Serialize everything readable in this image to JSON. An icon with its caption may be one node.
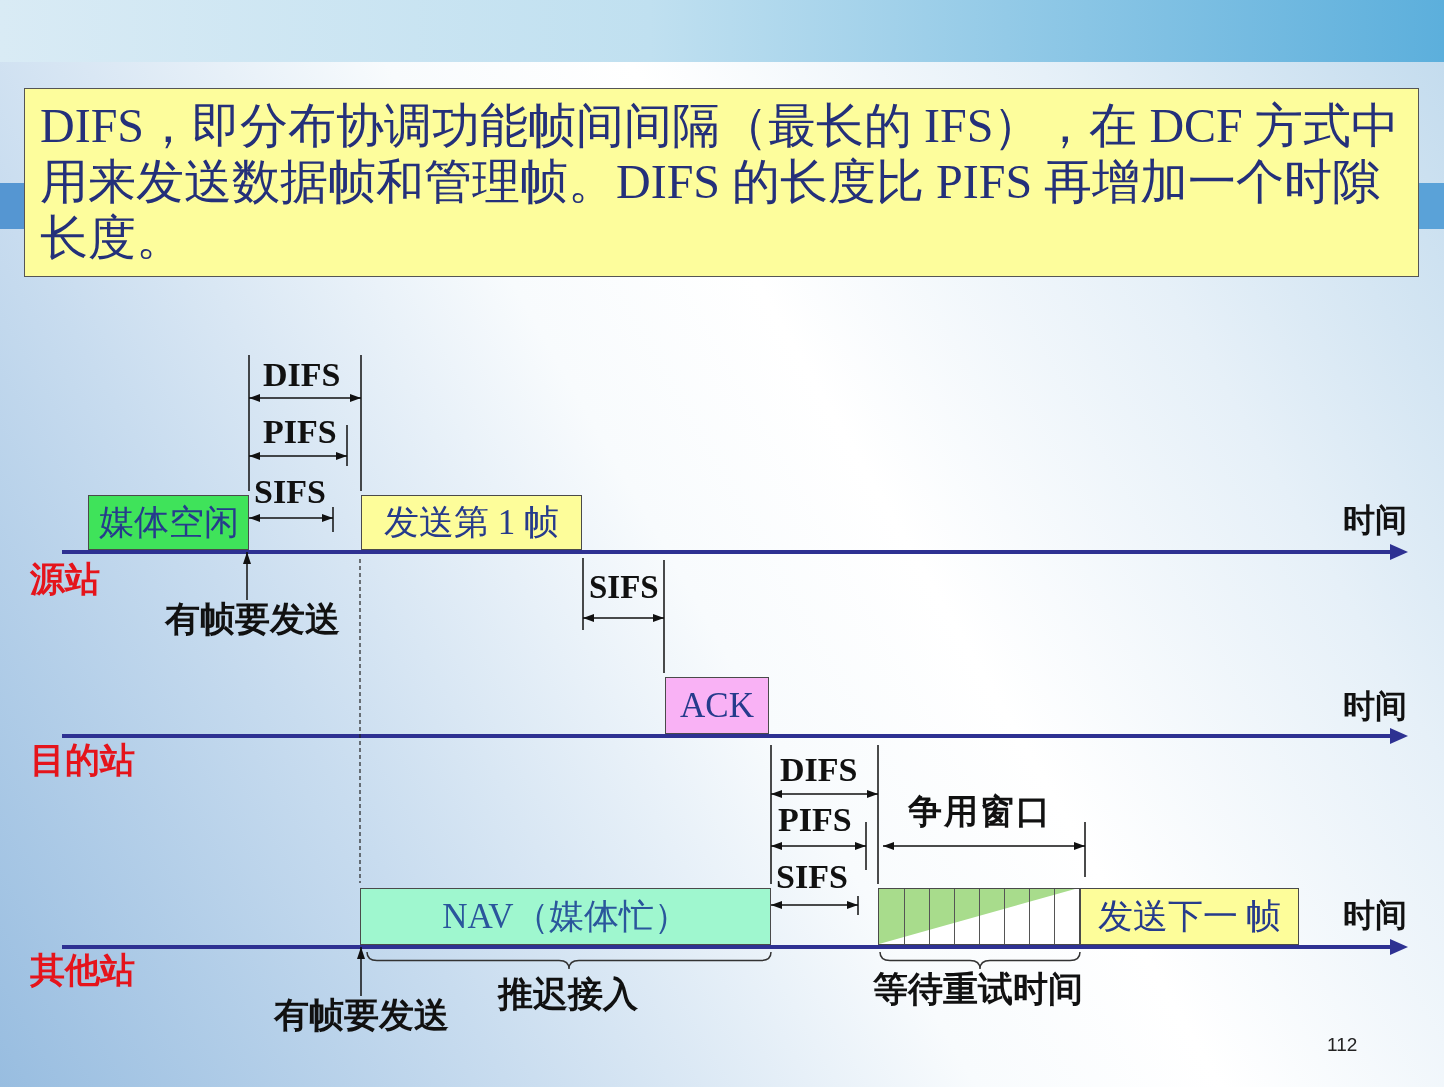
{
  "diagram": {
    "nodes": [
      {
        "text": [
          "DIFS，即分布协调功能帧间间隔（最长的 IFS），在 DCF 方式中用来发送数据帧和管理帧。DIFS 的长度比 PIFS 再增加一个时隙长度。"
        ]
      },
      {
        "text": [
          "媒体空闲"
        ]
      },
      {
        "text": [
          "发送第 1 帧"
        ]
      },
      {
        "text": [
          "有帧要发送"
        ]
      },
      {
        "text": [
          "ACK"
        ]
      },
      {
        "text": [
          "NAV（媒体忙）"
        ],
        "beside": [
          "推迟接入"
        ]
      },
      {
        "text": [],
        "shape": "box",
        "beside": [
          "等待重试时间"
        ]
      },
      {
        "text": [
          "发送下一 帧"
        ]
      },
      {
        "text": [
          "有帧要发送"
        ]
      }
    ],
    "edges": [
      {
        "from": 3,
        "to": 1,
        "arrow": "to"
      },
      {
        "from": 8,
        "to": 5,
        "arrow": "to"
      }
    ],
    "labels": [
      "DIFS",
      "PIFS",
      "SIFS",
      "时间",
      "源站",
      "SIFS",
      "时间",
      "目的站",
      "DIFS",
      "争用窗口",
      "PIFS",
      "SIFS",
      "时间",
      "其他站",
      "112"
    ]
  }
}
